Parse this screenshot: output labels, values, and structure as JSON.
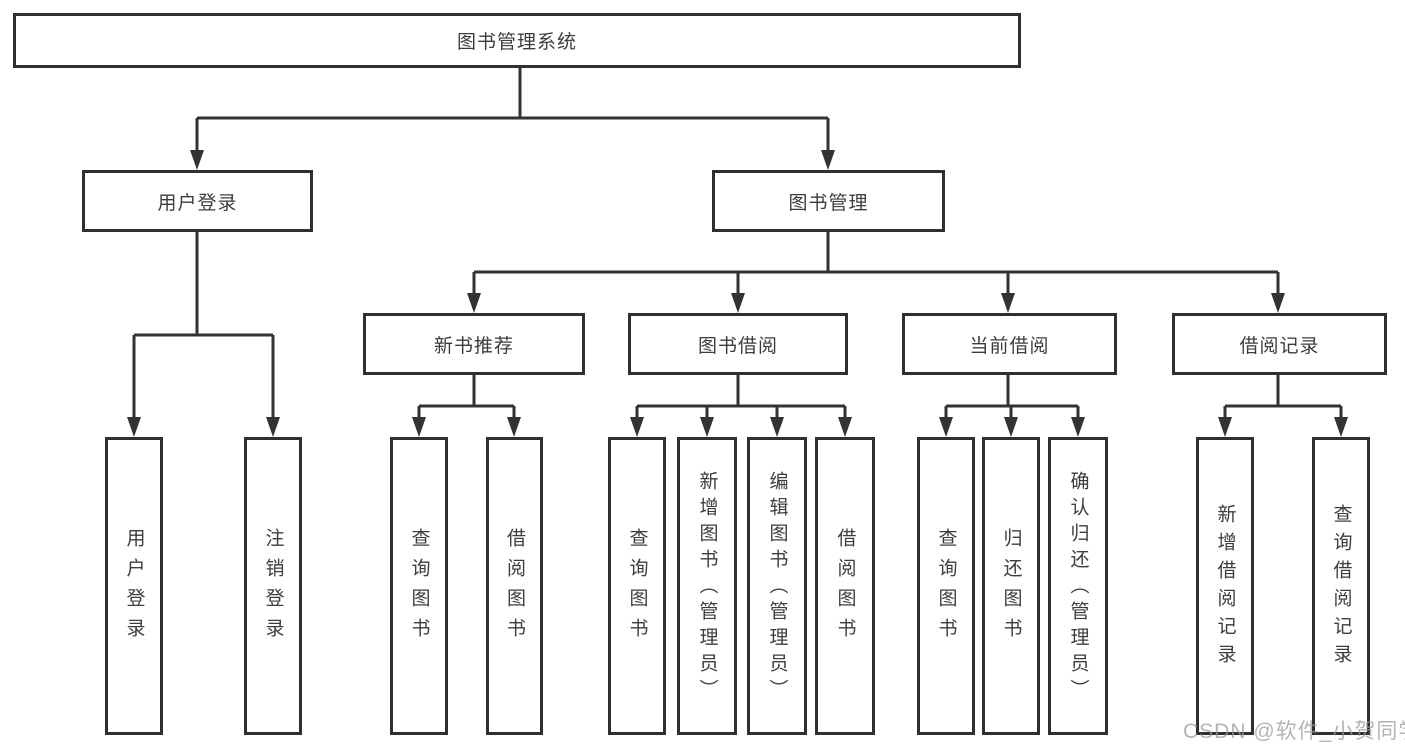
{
  "watermark": "CSDN @软件_小贺同学",
  "colors": {
    "line": "#333333",
    "box_border": "#2f2f2f",
    "text": "#3d3d3d",
    "watermark": "#9b9b9b",
    "background": "#ffffff"
  },
  "nodes": {
    "root": {
      "label": "图书管理系统"
    },
    "user_login": {
      "label": "用户登录"
    },
    "book_mgmt": {
      "label": "图书管理"
    },
    "new_book_rec": {
      "label": "新书推荐"
    },
    "book_borrow": {
      "label": "图书借阅"
    },
    "current_borrow": {
      "label": "当前借阅"
    },
    "borrow_records": {
      "label": "借阅记录"
    },
    "user_login_action": {
      "label": "用户登录"
    },
    "logout_action": {
      "label": "注销登录"
    },
    "rec_query_books": {
      "label": "查询图书"
    },
    "rec_borrow_books": {
      "label": "借阅图书"
    },
    "borrow_query_books": {
      "label": "查询图书"
    },
    "borrow_add_books": {
      "label": "新增图书（管理员）"
    },
    "borrow_edit_books": {
      "label": "编辑图书（管理员）"
    },
    "borrow_borrow_books": {
      "label": "借阅图书"
    },
    "current_query_books": {
      "label": "查询图书"
    },
    "current_return_books": {
      "label": "归还图书"
    },
    "current_confirm_return": {
      "label": "确认归还（管理员）"
    },
    "records_add_record": {
      "label": "新增借阅记录"
    },
    "records_query_record": {
      "label": "查询借阅记录"
    }
  },
  "edges": [
    [
      "root",
      "user_login"
    ],
    [
      "root",
      "book_mgmt"
    ],
    [
      "user_login",
      "user_login_action"
    ],
    [
      "user_login",
      "logout_action"
    ],
    [
      "book_mgmt",
      "new_book_rec"
    ],
    [
      "book_mgmt",
      "book_borrow"
    ],
    [
      "book_mgmt",
      "current_borrow"
    ],
    [
      "book_mgmt",
      "borrow_records"
    ],
    [
      "new_book_rec",
      "rec_query_books"
    ],
    [
      "new_book_rec",
      "rec_borrow_books"
    ],
    [
      "book_borrow",
      "borrow_query_books"
    ],
    [
      "book_borrow",
      "borrow_add_books"
    ],
    [
      "book_borrow",
      "borrow_edit_books"
    ],
    [
      "book_borrow",
      "borrow_borrow_books"
    ],
    [
      "current_borrow",
      "current_query_books"
    ],
    [
      "current_borrow",
      "current_return_books"
    ],
    [
      "current_borrow",
      "current_confirm_return"
    ],
    [
      "borrow_records",
      "records_add_record"
    ],
    [
      "borrow_records",
      "records_query_record"
    ]
  ]
}
